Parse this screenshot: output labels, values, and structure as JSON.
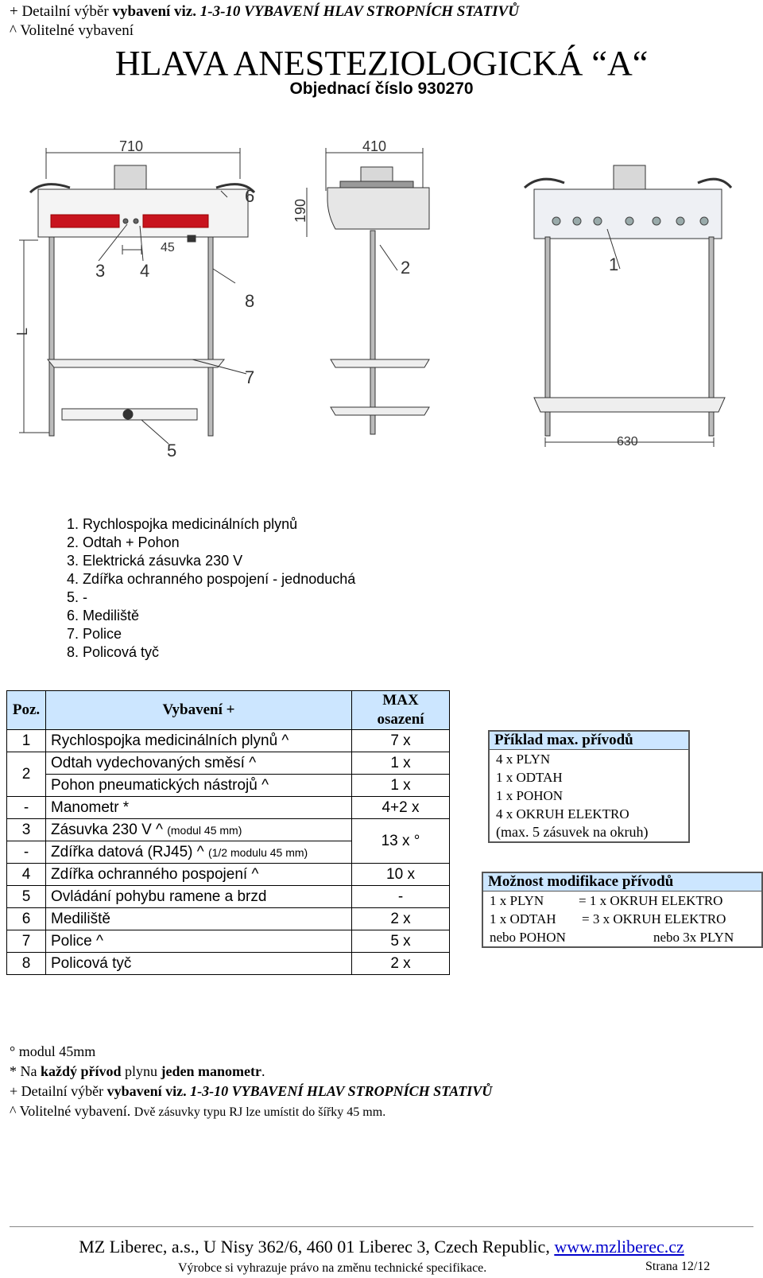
{
  "header": {
    "line1_plus": "+ Detailní výběr",
    "line1_bold": "vybavení viz.",
    "line1_italic": "1-3-10 VYBAVENÍ HLAV STROPNÍCH STATIVŮ",
    "line2": "^ Volitelné vybavení",
    "title": "HLAVA ANESTEZIOLOGICKÁ “A“",
    "order": "Objednací číslo 930270"
  },
  "drawing": {
    "dim_710": "710",
    "dim_410": "410",
    "dim_190": "190",
    "dim_45": "45",
    "dim_L": "L",
    "dim_630": "630",
    "callouts": [
      "1",
      "2",
      "3",
      "4",
      "5",
      "6",
      "7",
      "8"
    ]
  },
  "legend": [
    "1. Rychlospojka medicinálních plynů",
    "2. Odtah + Pohon",
    "3. Elektrická zásuvka 230 V",
    "4. Zdířka ochranného pospojení - jednoduchá",
    "5. -",
    "6. Mediliště",
    "7. Police",
    "8. Policová tyč"
  ],
  "table": {
    "headers": {
      "pos": "Poz.",
      "equip": "Vybavení +",
      "max1": "MAX",
      "max2": "osazení"
    },
    "rows": [
      {
        "pos": "1",
        "name": "Rychlospojka medicinálních plynů ^",
        "max": "7 x"
      },
      {
        "pos": "2",
        "name": "Odtah vydechovaných směsí ^",
        "max": "1 x"
      },
      {
        "name": "Pohon pneumatických nástrojů ^",
        "max": "1 x"
      },
      {
        "pos": "-",
        "name": "Manometr *",
        "max": "4+2 x"
      },
      {
        "pos": "3",
        "name": "Zásuvka 230 V ^",
        "note": "(modul 45 mm)",
        "max": "13 x  °"
      },
      {
        "pos": "-",
        "name": "Zdířka datová (RJ45) ^",
        "note": "(1/2 modulu 45 mm)"
      },
      {
        "pos": "4",
        "name": "Zdířka ochranného pospojení ^",
        "max": "10 x"
      },
      {
        "pos": "5",
        "name": "Ovládání pohybu ramene a brzd",
        "max": "-"
      },
      {
        "pos": "6",
        "name": "Mediliště",
        "max": "2 x"
      },
      {
        "pos": "7",
        "name": "Police ^",
        "max": "5 x"
      },
      {
        "pos": "8",
        "name": "Policová tyč",
        "max": "2 x"
      }
    ]
  },
  "example_box": {
    "title": "Příklad max. přívodů",
    "lines": [
      "4 x PLYN",
      "1 x ODTAH",
      "1 x POHON",
      "4 x OKRUH ELEKTRO",
      "(max. 5 zásuvek na okruh)"
    ]
  },
  "modify_box": {
    "title": "Možnost modifikace přívodů",
    "l1a": "1 x PLYN",
    "l1b": "= 1 x OKRUH ELEKTRO",
    "l2a": "1 x ODTAH",
    "l2b": "= 3 x OKRUH ELEKTRO",
    "l3a": "nebo POHON",
    "l3b": "nebo 3x PLYN"
  },
  "notes": {
    "n1": "°  modul 45mm",
    "n2a": "* Na",
    "n2b": "každý přívod",
    "n2c": "plynu",
    "n2d": "jeden manometr",
    "n2e": ".",
    "n3_plus": "+ Detailní výběr",
    "n3_bold": "vybavení viz.",
    "n3_italic": "1-3-10 VYBAVENÍ HLAV STROPNÍCH STATIVŮ",
    "n4a": "^ Volitelné vybavení.",
    "n4b": "Dvě zásuvky typu RJ lze umístit do šířky 45 mm."
  },
  "footer": {
    "address": "MZ Liberec, a.s., U Nisy 362/6, 460 01 Liberec 3, Czech Republic,",
    "url": "www.mzliberec.cz",
    "note": "Výrobce si vyhrazuje právo na změnu technické specifikace.",
    "page": "Strana 12/12"
  },
  "colors": {
    "header_fill": "#cce6ff",
    "panel_red": "#c8141e",
    "link": "#0000cc"
  }
}
